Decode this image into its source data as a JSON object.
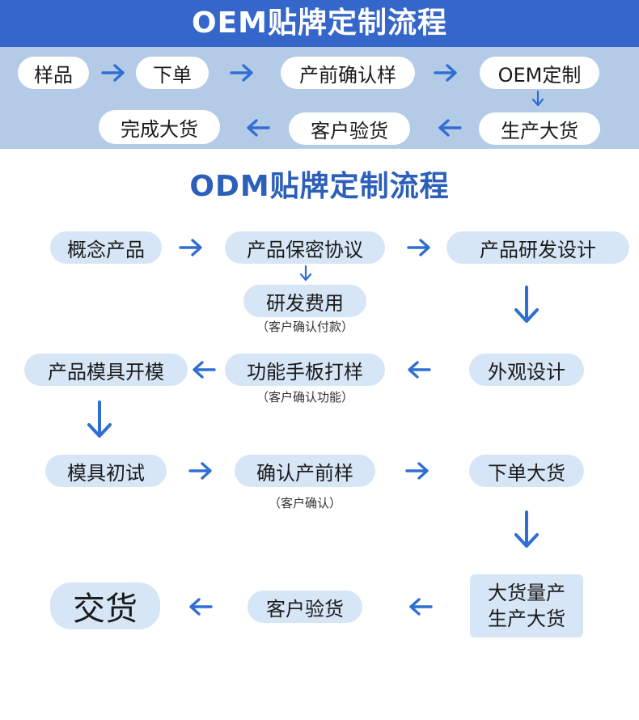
{
  "oem": {
    "title": "OEM贴牌定制流程",
    "steps": {
      "sample": "样品",
      "order": "下单",
      "preproduction_sample": "产前确认样",
      "oem_custom": "OEM定制",
      "production": "生产大货",
      "customer_inspection": "客户验货",
      "complete": "完成大货"
    }
  },
  "odm": {
    "title": "ODM贴牌定制流程",
    "steps": {
      "concept": "概念产品",
      "nda": "产品保密协议",
      "rnd": "产品研发设计",
      "rnd_cost": "研发费用",
      "rnd_cost_note": "（客户确认付款）",
      "appearance": "外观设计",
      "prototype": "功能手板打样",
      "prototype_note": "（客户确认功能）",
      "mold": "产品模具开模",
      "mold_trial": "模具初试",
      "preproduction_sample": "确认产前样",
      "preproduction_note": "（客户确认）",
      "bulk_order": "下单大货",
      "mass_line1": "大货量产",
      "mass_line2": "生产大货",
      "customer_inspection": "客户验货",
      "delivery": "交货"
    }
  },
  "colors": {
    "header_bg": "#3566c9",
    "band_bg": "#b3cbe7",
    "pill_bg": "#d7e6f6",
    "arrow": "#2f6fd1",
    "title_blue": "#2c5fb9"
  }
}
